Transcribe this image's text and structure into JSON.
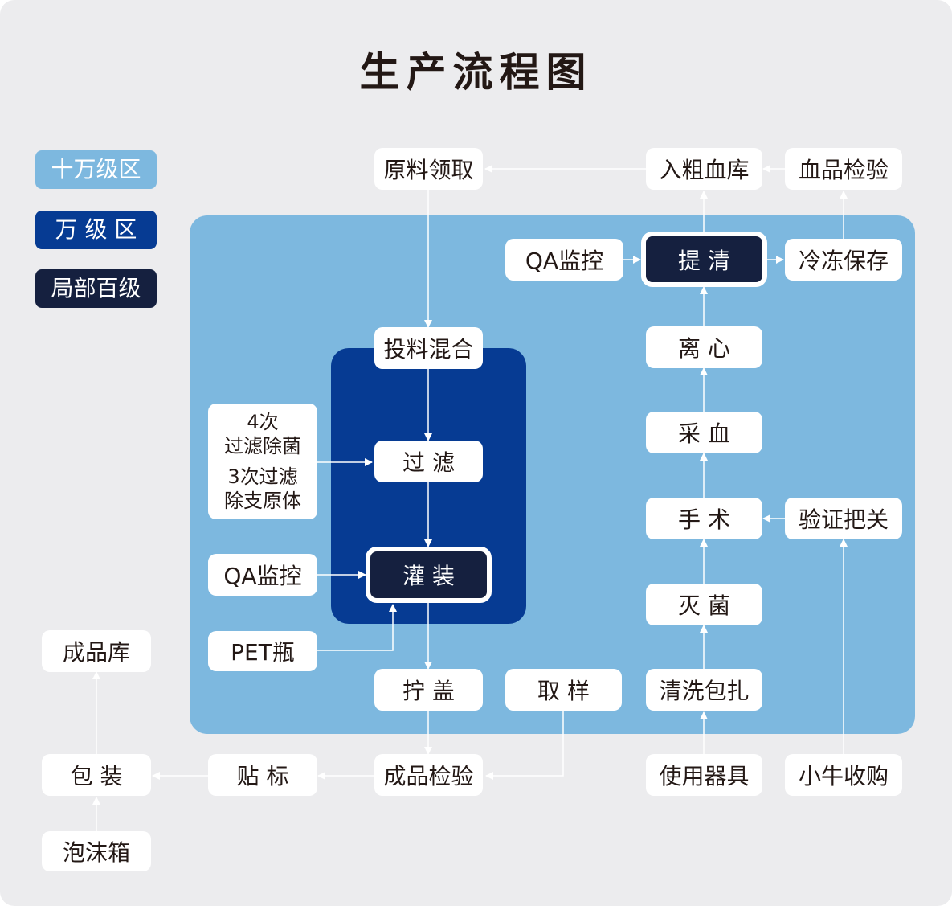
{
  "title": "生产流程图",
  "colors": {
    "background": "#ececee",
    "zone_light": "#7db8df",
    "zone_mid": "#063b93",
    "zone_dark": "#15203f",
    "node": "#ffffff",
    "text": "#231815"
  },
  "legend": [
    {
      "label": "十万级区",
      "color": "#7db8df"
    },
    {
      "label": "万 级 区",
      "color": "#063b93"
    },
    {
      "label": "局部百级",
      "color": "#15203f"
    }
  ],
  "nodes": {
    "yuanliao": "原料领取",
    "ruxuekucu": "入粗血库",
    "xuepinjianyan": "血品检验",
    "qa_tiqing": "QA监控",
    "tiqing": "提 清",
    "lengdong": "冷冻保存",
    "lixin": "离 心",
    "caixue": "采 血",
    "shoushu": "手 术",
    "yanzheng": "验证把关",
    "miejun": "灭 菌",
    "qingxi": "清洗包扎",
    "shiyong": "使用器具",
    "xiaoniu": "小牛收购",
    "touliao": "投料混合",
    "guolv_note": [
      "4次",
      "过滤除菌",
      "3次过滤",
      "除支原体"
    ],
    "guolv": "过 滤",
    "qa_guanzhuang": "QA监控",
    "guanzhuang": "灌 装",
    "pet": "PET瓶",
    "ninggai": "拧 盖",
    "quyang": "取 样",
    "chengpinjianyan": "成品检验",
    "tiebiao": "贴 标",
    "baozhuang": "包 装",
    "paomo": "泡沫箱",
    "chengpinku": "成品库"
  }
}
